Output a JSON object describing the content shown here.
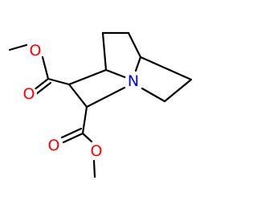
{
  "molecule": {
    "atoms": [
      {
        "id": "o_ether_top",
        "symbol": "O",
        "color": "#ff0000"
      },
      {
        "id": "o_carbonyl_top",
        "symbol": "O",
        "color": "#ff0000"
      },
      {
        "id": "n_bridgehead",
        "symbol": "N",
        "color": "#0000ff"
      },
      {
        "id": "o_carbonyl_bottom",
        "symbol": "O",
        "color": "#ff0000"
      },
      {
        "id": "o_ether_bottom",
        "symbol": "O",
        "color": "#ff0000"
      }
    ],
    "bond_color": "#000000"
  }
}
